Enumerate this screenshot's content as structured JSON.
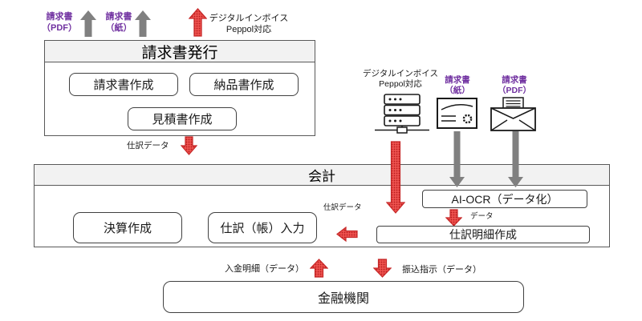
{
  "diagram": {
    "top_outputs": {
      "pdf_label": "請求書\n（PDF）",
      "paper_label": "請求書\n（紙）",
      "digital_label": "デジタルインボイス\nPeppol対応"
    },
    "billing": {
      "title": "請求書発行",
      "items": [
        "請求書作成",
        "納品書作成",
        "見積書作成"
      ],
      "journal_data_label": "仕訳データ"
    },
    "accounting": {
      "title": "会計",
      "closing": "決算作成",
      "journal_entry": "仕訳（帳）入力",
      "journal_data_label": "仕訳データ",
      "ai_ocr": "AI-OCR（データ化）",
      "data_label": "データ",
      "journal_detail": "仕訳明細作成"
    },
    "sources": {
      "digital_label": "デジタルインボイス\nPeppol対応",
      "paper_label": "請求書\n（紙）",
      "pdf_label": "請求書\n（PDF）"
    },
    "bank": {
      "deposit_label": "入金明細（データ）",
      "transfer_label": "振込指示（データ）",
      "title": "金融機関"
    }
  },
  "colors": {
    "purple_text": "#7030A0",
    "arrow_gray": "#808080",
    "arrow_red_base": "#EF5350",
    "arrow_red_dot": "#B71C1C",
    "arrow_red_stroke": "#C62828",
    "section_header_bg": "#F2F2F2"
  }
}
